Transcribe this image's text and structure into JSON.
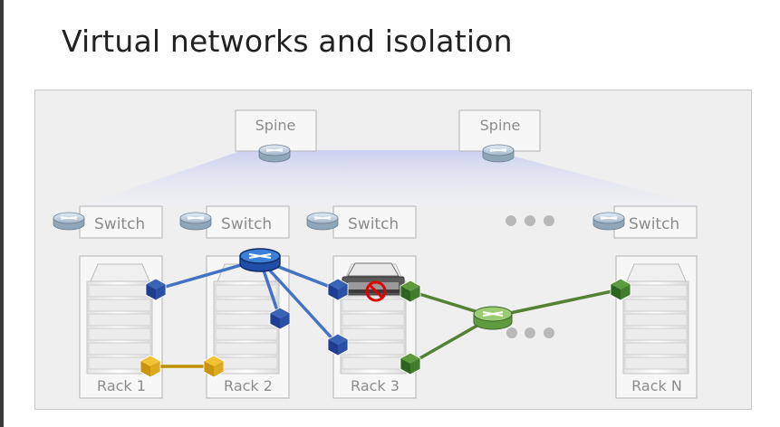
{
  "slide": {
    "title": "Virtual networks and isolation"
  },
  "spines": [
    {
      "label": "Spine"
    },
    {
      "label": "Spine"
    }
  ],
  "switches": [
    {
      "label": "Switch"
    },
    {
      "label": "Switch"
    },
    {
      "label": "Switch"
    },
    {
      "label": "Switch"
    }
  ],
  "racks": [
    {
      "label": "Rack 1"
    },
    {
      "label": "Rack 2"
    },
    {
      "label": "Rack 3"
    },
    {
      "label": "Rack N"
    }
  ],
  "colors": {
    "blue_network": "#4472c4",
    "blue_node": "#1f3e8f",
    "green_network": "#548235",
    "green_node": "#3b7a2a",
    "orange_network": "#bf9000",
    "orange_node": "#d4a017",
    "blocked": "#e00000",
    "panel": "#efefef",
    "label_gray": "#8c8c8c"
  },
  "icons": [
    "router-icon",
    "server-rack-icon",
    "network-node-cube-icon",
    "blocked-icon",
    "ellipsis-icon"
  ]
}
